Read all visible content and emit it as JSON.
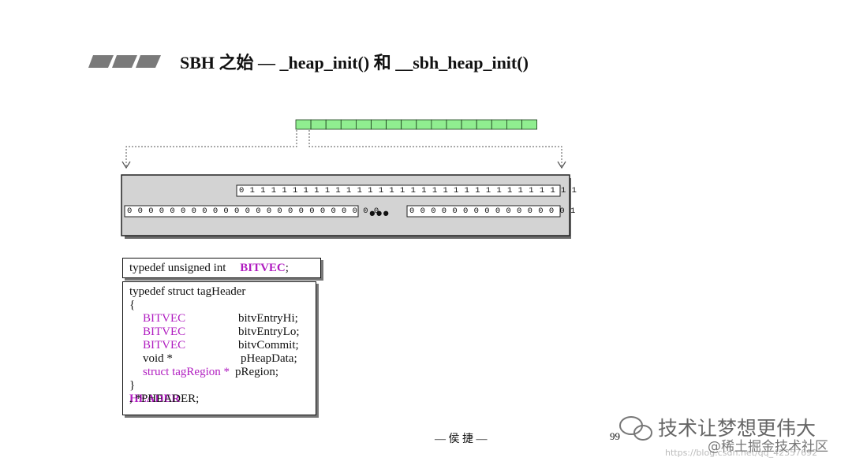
{
  "title": "SBH 之始 — _heap_init() 和 __sbh_heap_init()",
  "green_cell_count": 16,
  "colors": {
    "cell_fill": "#90ee90",
    "panel_fill": "#d3d3d3",
    "keyword": "#b01cc0"
  },
  "bit_rows": {
    "top": "0 1 1 1 1 1 1 1 1 1 1 1 1 1 1 1 1 1 1 1 1 1 1 1 1 1 1 1 1 1 1 1",
    "bottom_left": "0 0 0 0 0 0 0 0 0 0 0 0 0 0 0 0 0 0 0 0 0 0 0 0",
    "ellipsis": "•••",
    "bottom_right": "0 0 0 0 0 0 0 0 0 0 0 0 0 0 0 1"
  },
  "typedef_bitvec": {
    "prefix": "typedef unsigned int",
    "name": "BITVEC",
    "suffix": ";"
  },
  "struct_def": {
    "header": "typedef struct tagHeader",
    "open": "{",
    "members": [
      {
        "type": "BITVEC",
        "name": "bitvEntryHi;"
      },
      {
        "type": "BITVEC",
        "name": "bitvEntryLo;"
      },
      {
        "type": "BITVEC",
        "name": "bitvCommit;"
      },
      {
        "type": "void *",
        "name": "pHeapData;"
      },
      {
        "type": "struct tagRegion *",
        "name": "pRegion;"
      }
    ],
    "close": "}",
    "footer_name": "HEADER",
    "footer_rest": ", *PHEADER;"
  },
  "footer": "— 侯 捷 —",
  "page_number": "99",
  "watermark": {
    "main": "技术让梦想更伟大",
    "sub": "@稀土掘金技术社区",
    "url": "https://blog.csdn.net/qq_42357692"
  }
}
